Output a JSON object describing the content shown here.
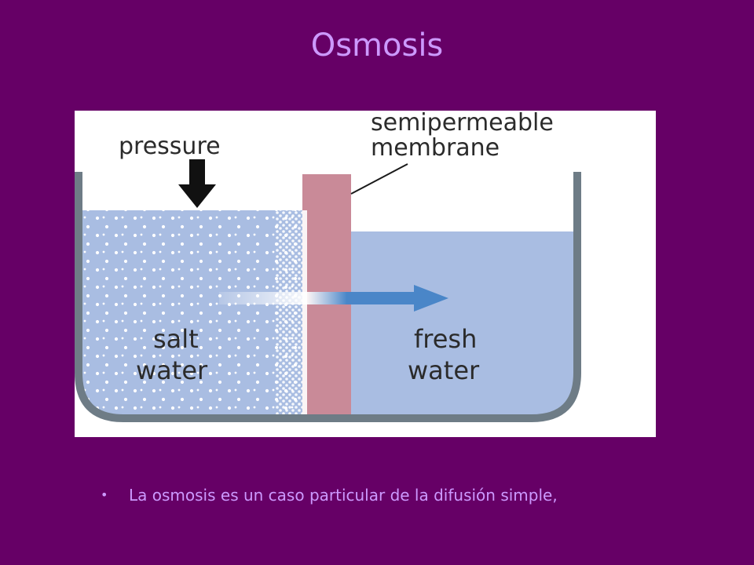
{
  "slide": {
    "title": "Osmosis",
    "bullet_marker": "•",
    "bullet_text": "La osmosis es un caso particular de la difusión simple,"
  },
  "diagram": {
    "label_pressure": "pressure",
    "label_membrane_line1": "semipermeable",
    "label_membrane_line2": "membrane",
    "label_left_line1": "salt",
    "label_left_line2": "water",
    "label_right_line1": "fresh",
    "label_right_line2": "water",
    "arrow_icon": "flow-arrow-icon",
    "pressure_icon": "down-arrow-icon"
  },
  "colors": {
    "background": "#660066",
    "title_text": "#cc99ff",
    "water": "#a9bde2",
    "membrane": "#c98a98",
    "container": "#6e7c86",
    "flow_arrow": "#4a86c8"
  }
}
